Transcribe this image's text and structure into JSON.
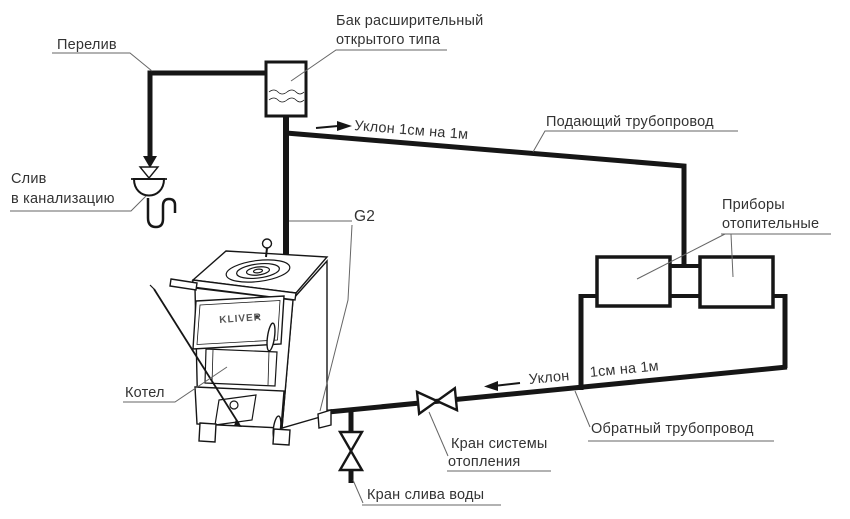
{
  "diagram": {
    "title_hint": "Open-type gravity heating system schematic",
    "colors": {
      "line": "#161616",
      "text": "#333333",
      "background": "#ffffff"
    },
    "labels": {
      "overflow": "Перелив",
      "expansion_tank_line1": "Бак расширительный",
      "expansion_tank_line2": "открытого типа",
      "slope_top": "Уклон 1см на 1м",
      "supply_pipe": "Подающий трубопровод",
      "drain_line1": "Слив",
      "drain_line2": "в канализацию",
      "g2": "G2",
      "heaters_line1": "Приборы",
      "heaters_line2": "отопительные",
      "boiler": "Котел",
      "boiler_brand": "KLIVER",
      "slope_bottom_part1": "Уклон",
      "slope_bottom_part2": "1см на 1м",
      "return_pipe": "Обратный трубопровод",
      "system_valve_line1": "Кран системы",
      "system_valve_line2": "отопления",
      "drain_valve": "Кран слива воды"
    }
  }
}
